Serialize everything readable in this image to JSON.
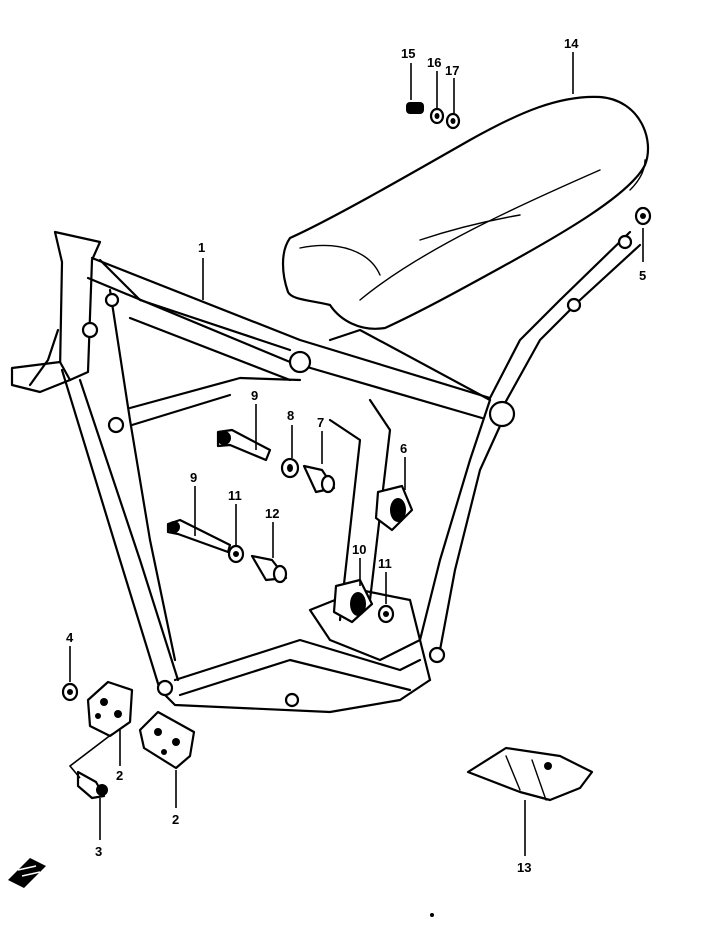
{
  "callouts": {
    "c1": "1",
    "c2a": "2",
    "c2b": "2",
    "c3": "3",
    "c4": "4",
    "c5": "5",
    "c6": "6",
    "c7": "7",
    "c8": "8",
    "c9a": "9",
    "c9b": "9",
    "c10": "10",
    "c11a": "11",
    "c11b": "11",
    "c12": "12",
    "c13": "13",
    "c14": "14",
    "c15": "15",
    "c16": "16",
    "c17": "17"
  },
  "icons": {
    "front_indicator": "front-arrow-icon"
  }
}
